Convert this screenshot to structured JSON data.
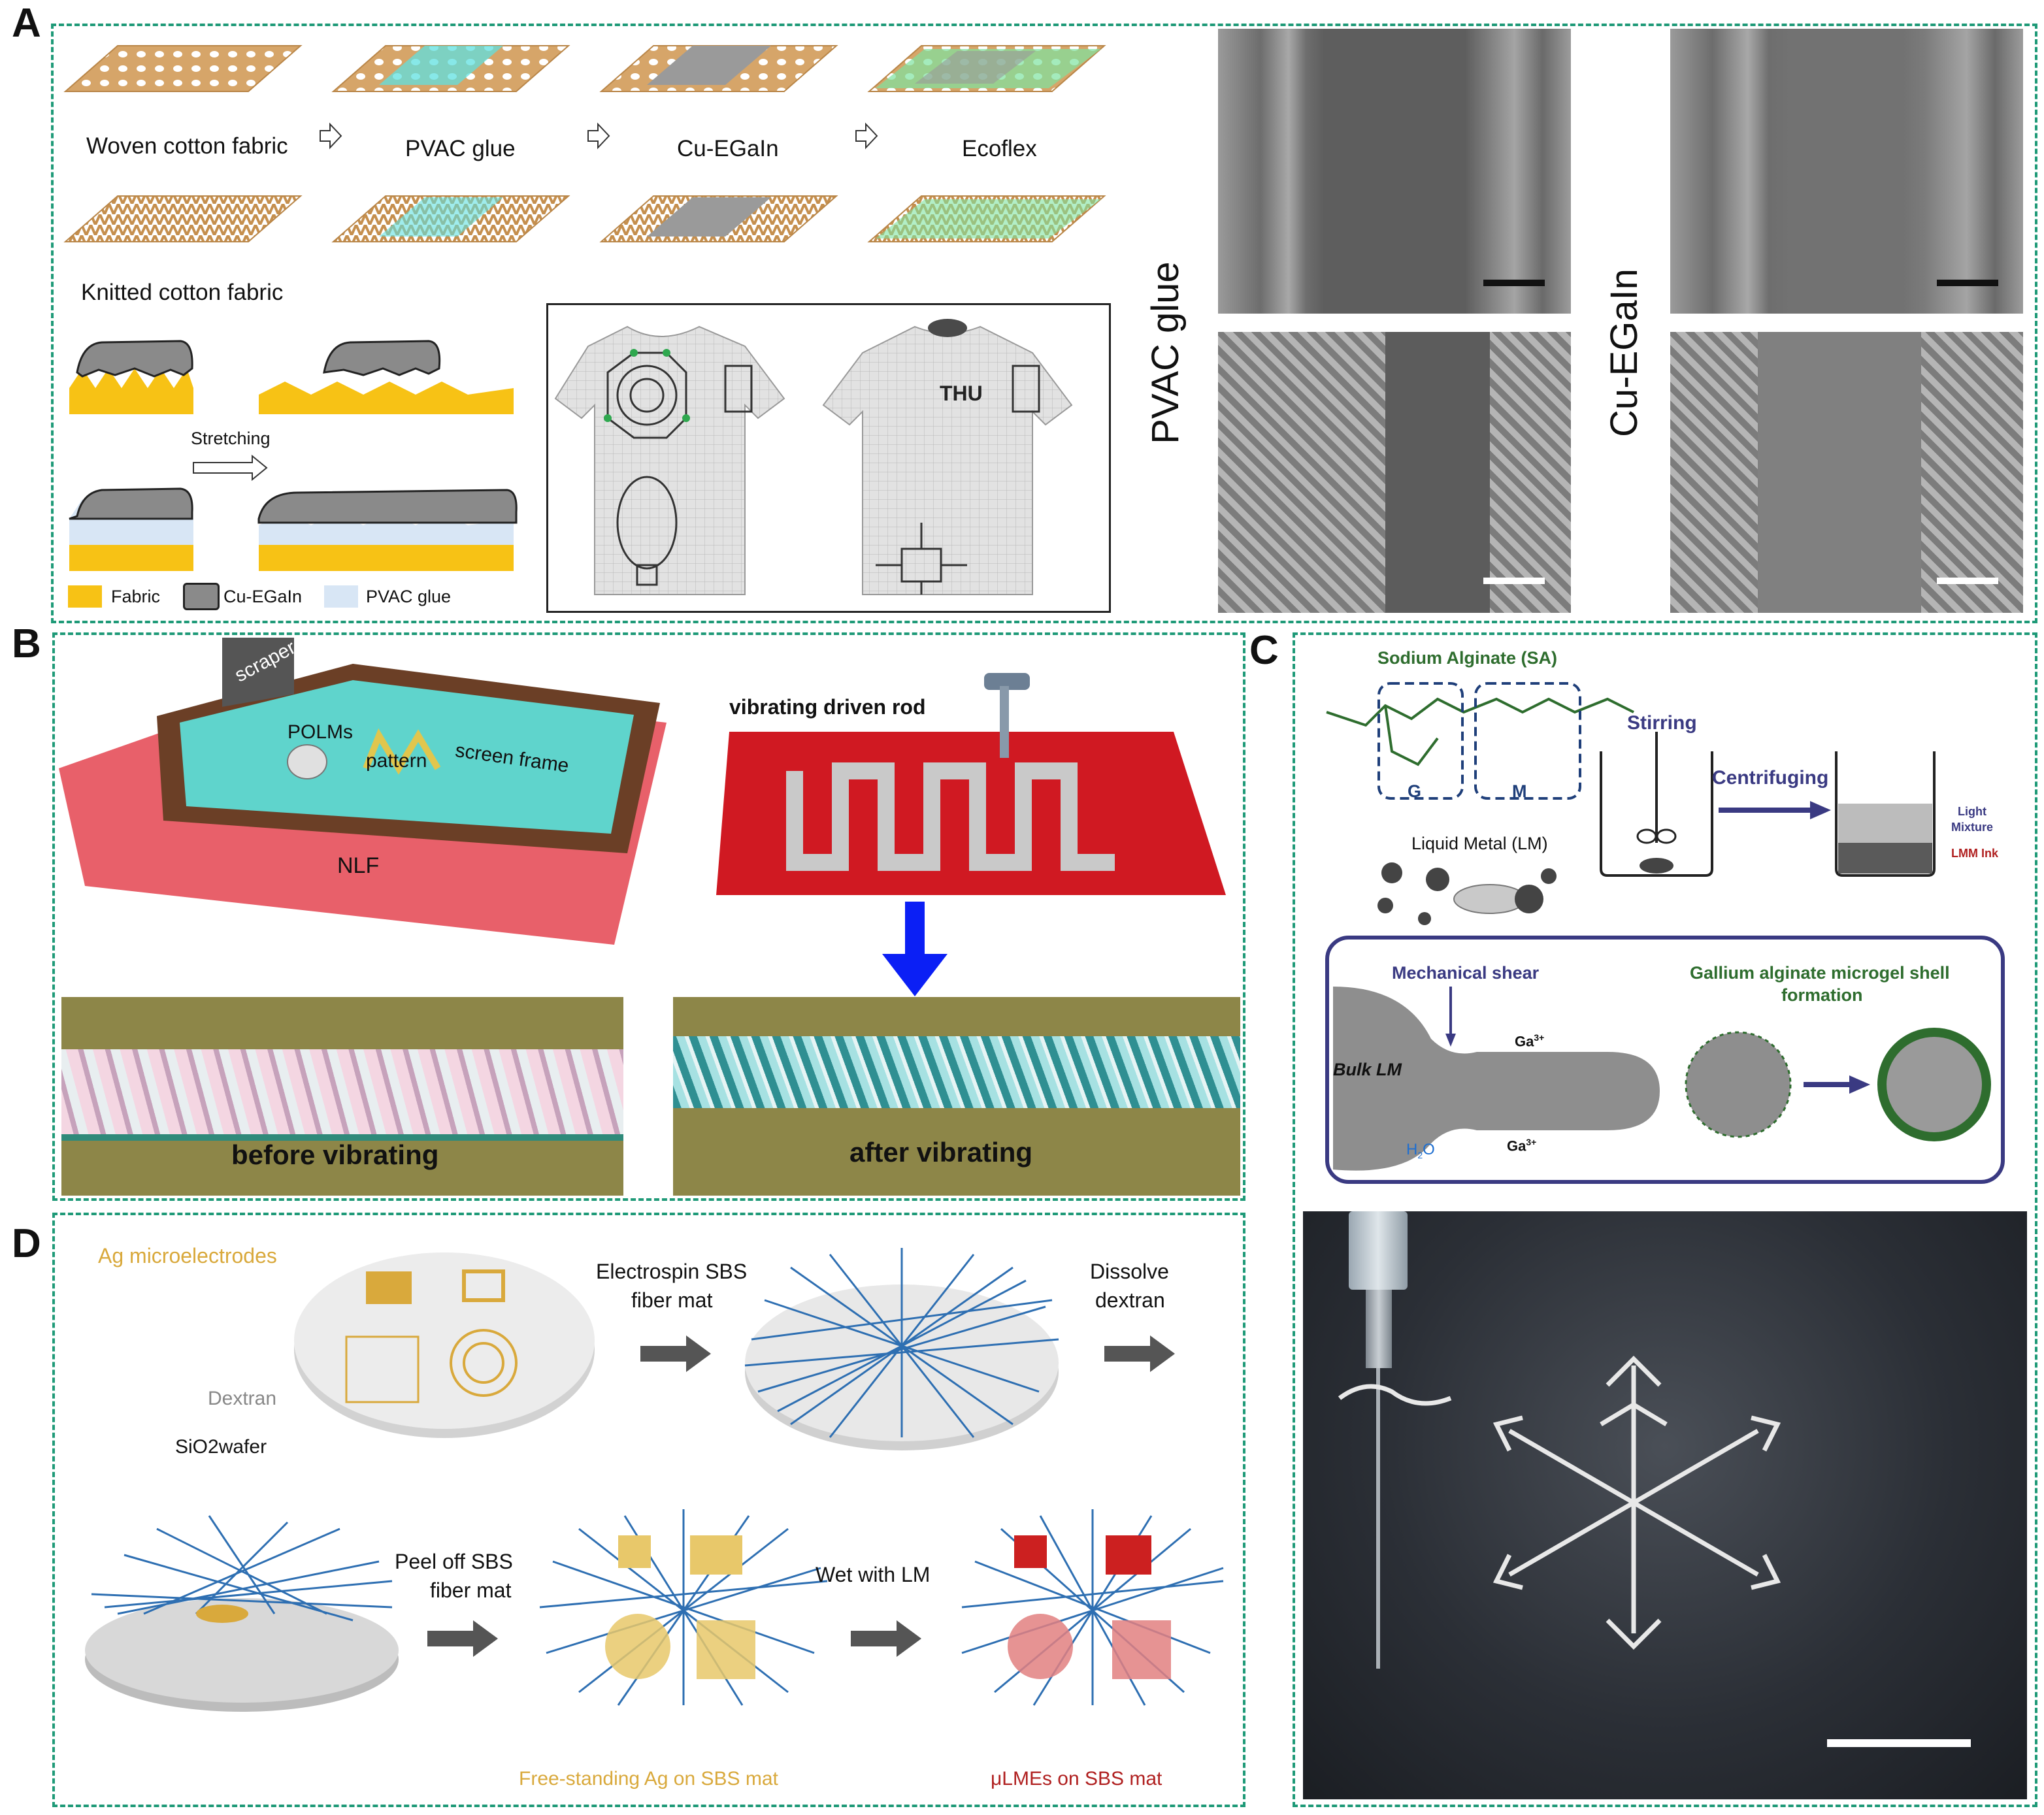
{
  "panels": {
    "A": "A",
    "B": "B",
    "C": "C",
    "D": "D"
  },
  "a": {
    "woven": "Woven cotton fabric",
    "knitted": "Knitted cotton fabric",
    "pvac": "PVAC glue",
    "cuegain": "Cu-EGaIn",
    "ecoflex": "Ecoflex",
    "stretching": "Stretching",
    "legend_fabric": "Fabric",
    "legend_cuegain": "Cu-EGaIn",
    "legend_pvac": "PVAC glue",
    "shirt_text": "THU",
    "side_pvac": "PVAC glue",
    "side_cuegain": "Cu-EGaIn"
  },
  "b": {
    "scraper": "scraper",
    "polms": "POLMs",
    "pattern": "pattern",
    "screen_frame": "screen frame",
    "nlf": "NLF",
    "vibrating_rod": "vibrating driven rod",
    "before": "before vibrating",
    "after": "after vibrating"
  },
  "c": {
    "sa": "Sodium Alginate (SA)",
    "g": "G",
    "m": "M",
    "stirring": "Stirring",
    "lm": "Liquid Metal (LM)",
    "centrifuging": "Centrifuging",
    "light1": "Light",
    "light2": "Mixture",
    "lmm_ink": "LMM Ink",
    "shear": "Mechanical shear",
    "gallium1": "Gallium alginate microgel shell",
    "gallium2": "formation",
    "bulk_lm": "Bulk LM",
    "ga_top": "Ga",
    "ga_bot": "Ga",
    "ga_sup": "3+",
    "h2o": "H",
    "h2o_sub": "2",
    "h2o_end": "O"
  },
  "d": {
    "ag_micro": "Ag microelectrodes",
    "electrospin1": "Electrospin SBS",
    "electrospin2": "fiber mat",
    "dissolve1": "Dissolve",
    "dissolve2": "dextran",
    "dextran": "Dextran",
    "wafer": "SiO2wafer",
    "peel1": "Peel off SBS",
    "peel2": "fiber mat",
    "wet": "Wet with LM",
    "free_ag": "Free-standing Ag on SBS mat",
    "ulmes": "μLMEs on SBS mat"
  },
  "colors": {
    "border": "#1f9a78",
    "fabric": "#d6a569",
    "fabric_yellow": "#f7c215",
    "pvac": "#5fe0e0",
    "ecoflex": "#7ee2a0",
    "fiber": "#2e6fb2",
    "gold": "#d9a93c",
    "lm_red": "#cc2020",
    "navy": "#3a3a82",
    "alginate_green": "#2e6d2e",
    "red_fabric": "#d01922",
    "pink_fabric": "#e8606a"
  }
}
